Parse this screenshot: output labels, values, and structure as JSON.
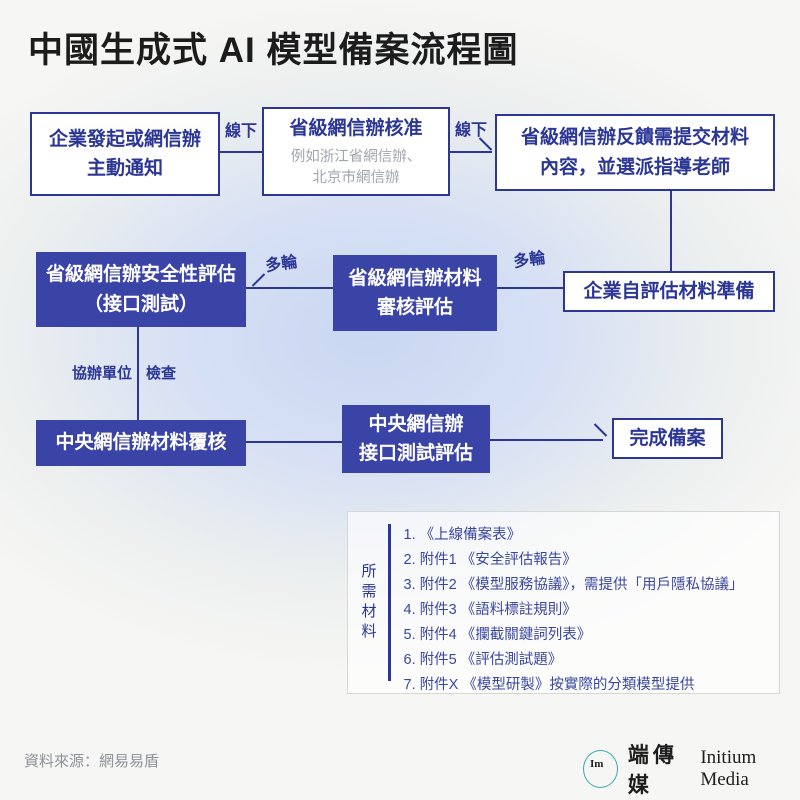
{
  "title": "中國生成式 AI 模型備案流程圖",
  "colors": {
    "navy": "#2c3795",
    "fill_blue": "#3a43a6",
    "subtitle_gray": "#a0a6ae",
    "logo_teal": "#39a8b8"
  },
  "flow": {
    "box_start": {
      "line1": "企業發起或網信辦",
      "line2": "主動通知"
    },
    "box_provincial_approve": {
      "title": "省級網信辦核准",
      "sub1": "例如浙江省網信辦、",
      "sub2": "北京市網信辦"
    },
    "box_feedback": {
      "line1": "省級網信辦反饋需提交材料",
      "line2": "內容，並選派指導老師"
    },
    "box_security_eval": {
      "line1": "省級網信辦安全性評估",
      "line2": "（接口測試）"
    },
    "box_material_review": {
      "line1": "省級網信辦材料",
      "line2": "審核評估"
    },
    "box_self_eval": "企業自評估材料準備",
    "box_central_review": "中央網信辦材料覆核",
    "box_central_test": {
      "line1": "中央網信辦",
      "line2": "接口測試評估"
    },
    "box_done": "完成備案",
    "labels": {
      "offline1": "線下",
      "offline2": "線下",
      "rounds1": "多輪",
      "rounds2": "多輪",
      "assist": "協辦單位",
      "check": "檢查"
    }
  },
  "materials": {
    "side_label": "所需材料",
    "items": [
      "1. 《上線備案表》",
      "2. 附件1 《安全評估報告》",
      "3. 附件2 《模型服務協議》，需提供「用戶隱私協議」",
      "4. 附件3 《語料標註規則》",
      "5. 附件4 《攔截關鍵詞列表》",
      "6. 附件5 《評估測試題》",
      "7. 附件X 《模型研製》按實際的分類模型提供"
    ]
  },
  "footer": {
    "source": "資料來源：網易易盾",
    "logo_mark": "Im",
    "logo_zh": "端傳媒",
    "logo_en": "Initium Media"
  }
}
